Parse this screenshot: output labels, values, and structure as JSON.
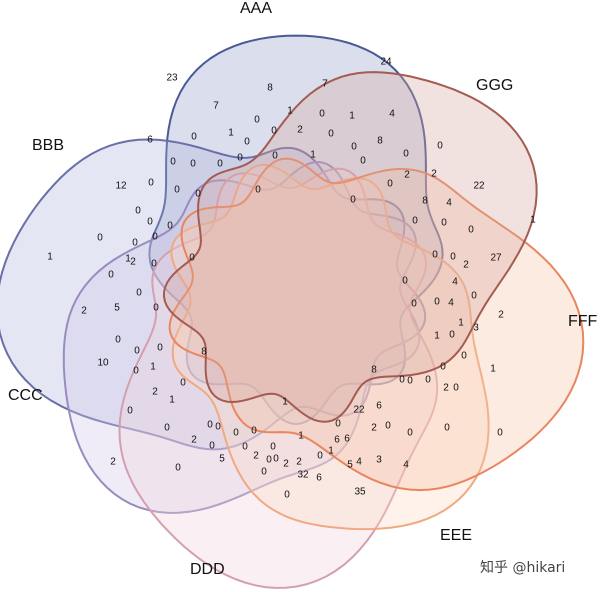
{
  "chart_data": {
    "type": "venn",
    "sets": [
      {
        "name": "AAA",
        "color": "#4a5a94",
        "fill": "#8e9ac8",
        "size": 24
      },
      {
        "name": "BBB",
        "color": "#6b6fa8",
        "fill": "#b1b3da",
        "size": 27
      },
      {
        "name": "CCC",
        "color": "#9a8bbf",
        "fill": "#cfc6e6",
        "size": 32
      },
      {
        "name": "DDD",
        "color": "#d49fb0",
        "fill": "#f0d2da",
        "size": 35
      },
      {
        "name": "EEE",
        "color": "#f0a980",
        "fill": "#fbd9c3",
        "size": 22
      },
      {
        "name": "FFF",
        "color": "#e9865e",
        "fill": "#f6c1a3",
        "size": 22
      },
      {
        "name": "GGG",
        "color": "#a35b52",
        "fill": "#d9a89e",
        "size": 24
      }
    ],
    "counts": [
      "23",
      "7",
      "6",
      "0",
      "1",
      "0",
      "0",
      "0",
      "8",
      "7",
      "24",
      "1",
      "0",
      "2",
      "1",
      "4",
      "0",
      "0",
      "0",
      "0",
      "0",
      "0",
      "0",
      "1",
      "0",
      "8",
      "0",
      "0",
      "0",
      "0",
      "0",
      "0",
      "0",
      "0",
      "2",
      "2",
      "12",
      "0",
      "0",
      "0",
      "0",
      "0",
      "1",
      "8",
      "4",
      "22",
      "1",
      "0",
      "0",
      "0",
      "0",
      "0",
      "0",
      "2",
      "4",
      "0",
      "0",
      "0",
      "0",
      "2",
      "0",
      "5",
      "27",
      "1",
      "0",
      "0",
      "0",
      "0",
      "1",
      "4",
      "2",
      "0",
      "0",
      "0",
      "1",
      "8",
      "2",
      "1",
      "0",
      "3",
      "0",
      "2",
      "0",
      "10",
      "0",
      "0",
      "1",
      "0",
      "0",
      "2",
      "1",
      "8",
      "0",
      "0",
      "1",
      "0",
      "0",
      "0",
      "1",
      "6",
      "0",
      "0",
      "0",
      "0",
      "0",
      "2",
      "0",
      "6",
      "22",
      "2",
      "3",
      "0",
      "0",
      "0",
      "2",
      "0",
      "0",
      "0",
      "0",
      "2",
      "32",
      "6",
      "4",
      "0",
      "1",
      "2",
      "0",
      "5",
      "0",
      "2",
      "6",
      "4",
      "5",
      "35",
      "0"
    ]
  },
  "watermark": "知乎 @hikari"
}
